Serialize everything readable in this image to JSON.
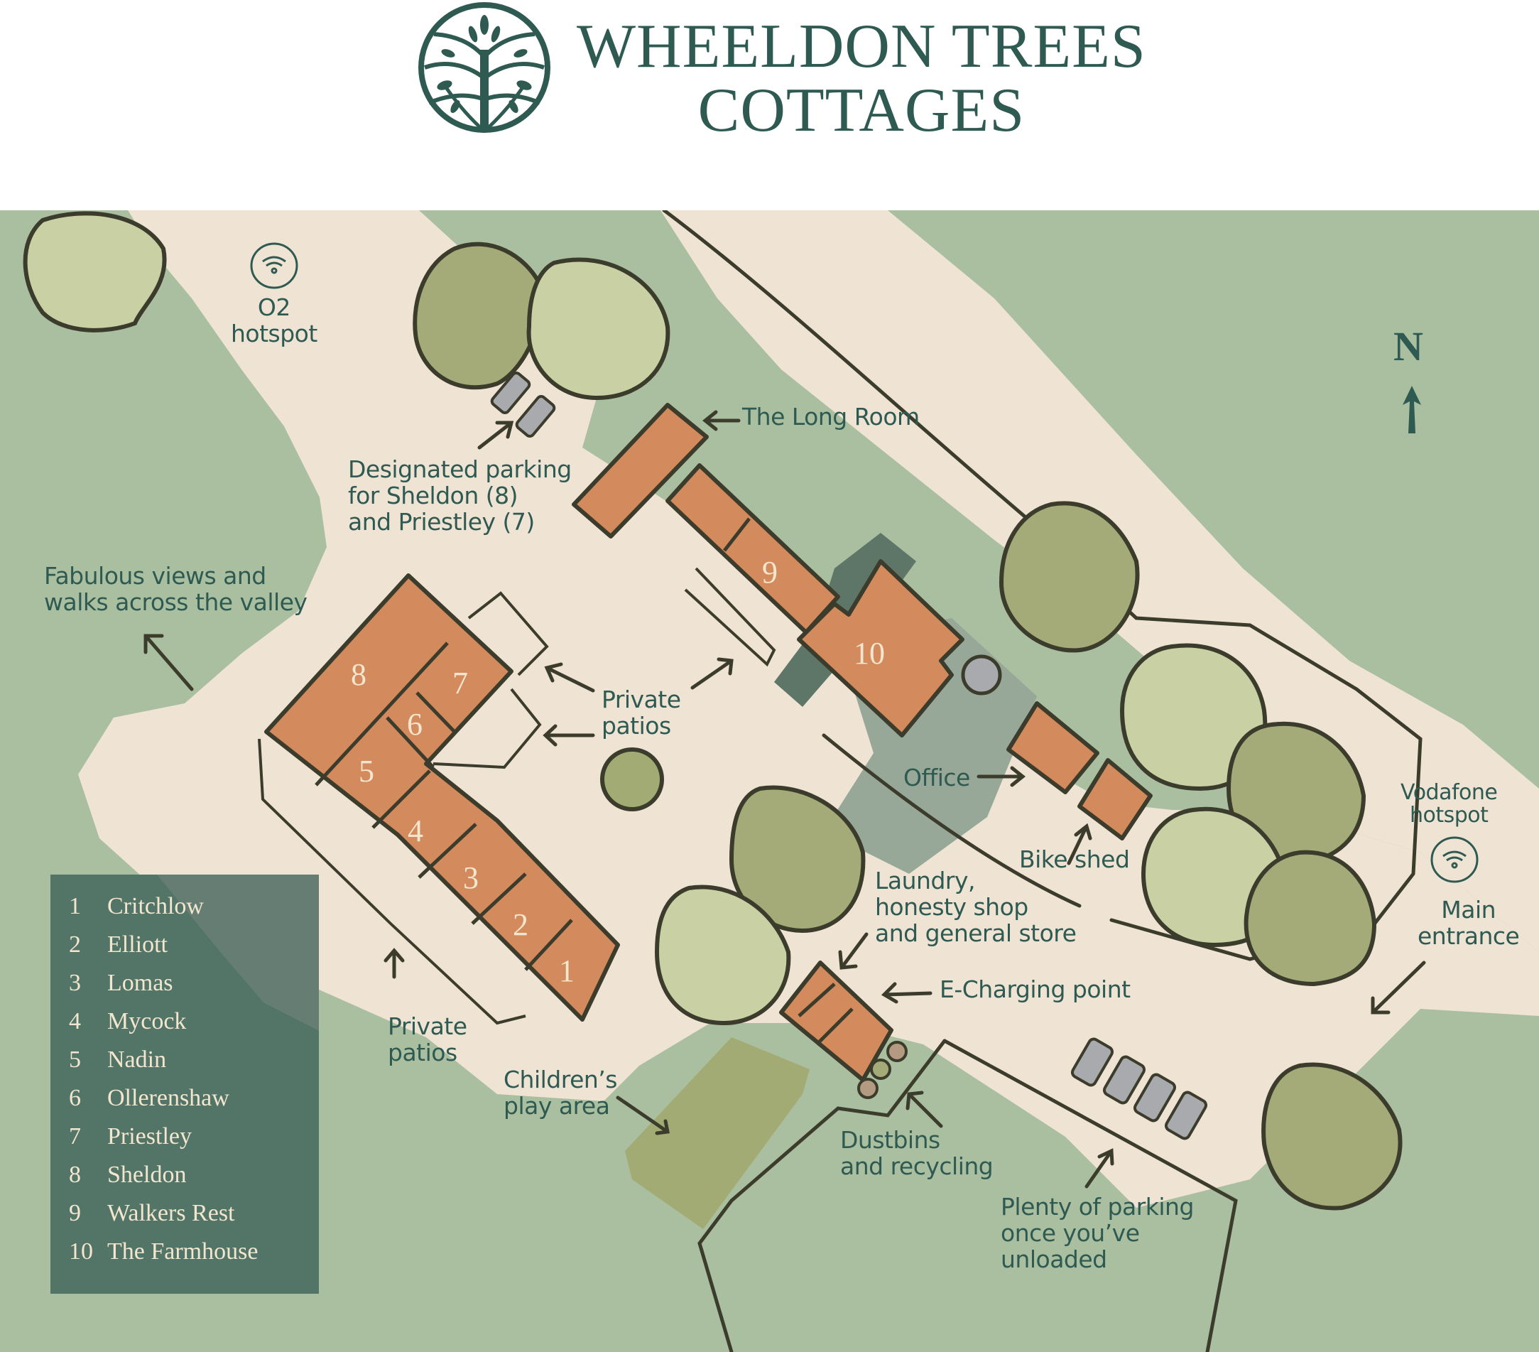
{
  "header": {
    "logo_icon": "tree-in-circle-logo",
    "title_line1": "WHEELDON TREES",
    "title_line2": "COTTAGES"
  },
  "colors": {
    "brand_green": "#2e5a52",
    "field_green": "#aabf9f",
    "path_cream": "#efe3d4",
    "building_orange": "#d38a5c",
    "outline_dark": "#3c3c2c",
    "legend_bg": "#537567",
    "tree_light": "#c9d1a4",
    "tree_dark": "#a5ab78",
    "parking_grey": "#a9aaad",
    "garden_grey": "#97a898",
    "play_area": "#a3ab75"
  },
  "compass": {
    "letter": "N",
    "icon": "north-arrow-icon"
  },
  "labels": {
    "o2_hotspot": [
      "O2",
      "hotspot"
    ],
    "vodafone_hotspot": [
      "Vodafone",
      "hotspot"
    ],
    "long_room": "The Long Room",
    "designated_parking": [
      "Designated parking",
      "for Sheldon (8)",
      "and Priestley (7)"
    ],
    "fabulous_views": [
      "Fabulous views and",
      "walks across the valley"
    ],
    "private_patios_top": [
      "Private",
      "patios"
    ],
    "private_patios_bottom": [
      "Private",
      "patios"
    ],
    "office": "Office",
    "bike_shed": "Bike shed",
    "laundry": [
      "Laundry,",
      "honesty shop",
      "and general store"
    ],
    "e_charging": "E-Charging point",
    "childrens_play": [
      "Children’s",
      "play area"
    ],
    "dustbins": [
      "Dustbins",
      "and recycling"
    ],
    "parking": [
      "Plenty of parking",
      "once you’ve",
      "unloaded"
    ],
    "main_entrance": [
      "Main",
      "entrance"
    ]
  },
  "building_numbers": [
    "1",
    "2",
    "3",
    "4",
    "5",
    "6",
    "7",
    "8",
    "9",
    "10"
  ],
  "legend": {
    "items": [
      {
        "num": "1",
        "name": "Critchlow"
      },
      {
        "num": "2",
        "name": "Elliott"
      },
      {
        "num": "3",
        "name": "Lomas"
      },
      {
        "num": "4",
        "name": "Mycock"
      },
      {
        "num": "5",
        "name": "Nadin"
      },
      {
        "num": "6",
        "name": "Ollerenshaw"
      },
      {
        "num": "7",
        "name": "Priestley"
      },
      {
        "num": "8",
        "name": "Sheldon"
      },
      {
        "num": "9",
        "name": "Walkers Rest"
      },
      {
        "num": "10",
        "name": "The Farmhouse"
      }
    ]
  }
}
